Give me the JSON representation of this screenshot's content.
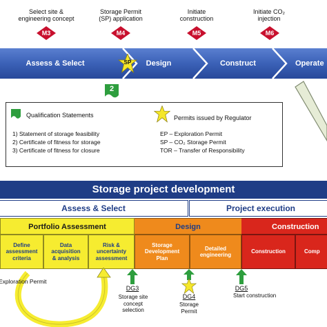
{
  "milestones": [
    {
      "id": "M3",
      "label": "Select site &\nengineering concept"
    },
    {
      "id": "M4",
      "label": "Storage Permit\n(SP) application"
    },
    {
      "id": "M5",
      "label": "Initiate\nconstruction"
    },
    {
      "id": "M6",
      "label": "Initiate CO₂\ninjection"
    }
  ],
  "phases": [
    "Assess & Select",
    "Design",
    "Construct",
    "Operate"
  ],
  "sp_star": "SP",
  "qual_flag": "2",
  "legend": {
    "qual_title": "Qualification Statements",
    "qual_items": [
      "1) Statement of storage feasibility",
      "2) Certificate of fitness for storage",
      "3) Certificate of fitness for closure"
    ],
    "permit_title": "Permits issued by Regulator",
    "permit_items": [
      "EP – Exploration Permit",
      "SP – CO₂ Storage Permit",
      "TOR – Transfer of Responsibility"
    ]
  },
  "lower": {
    "title": "Storage project development",
    "sections": [
      "Assess & Select",
      "Project execution"
    ],
    "bands": [
      "Portfolio Assessment",
      "Design",
      "Construction"
    ],
    "activities": [
      "Define\nassessment\ncriteria",
      "Data\nacquisition\n& analysis",
      "Risk &\nuncertainty\nassessment",
      "Storage\nDevelopment\nPlan",
      "Detailed\nengineering",
      "Construction",
      "Comp"
    ],
    "exploration_permit": "Exploration Permit",
    "gates": [
      {
        "id": "DG3",
        "label": "Storage site\nconcept\nselection"
      },
      {
        "id": "DG4",
        "label": "Storage\nPermit"
      },
      {
        "id": "DG5",
        "label": "Start construction"
      }
    ]
  },
  "colors": {
    "arrow_blue": "#3b61b7",
    "arrow_dark": "#1f3d86",
    "milestone_red": "#c8102e",
    "star_yellow": "#f5e72a",
    "flag_green": "#2e9e3e",
    "portfolio_yellow": "#f6ec30",
    "design_orange": "#ef8a1c",
    "construction_red": "#d9261c"
  }
}
